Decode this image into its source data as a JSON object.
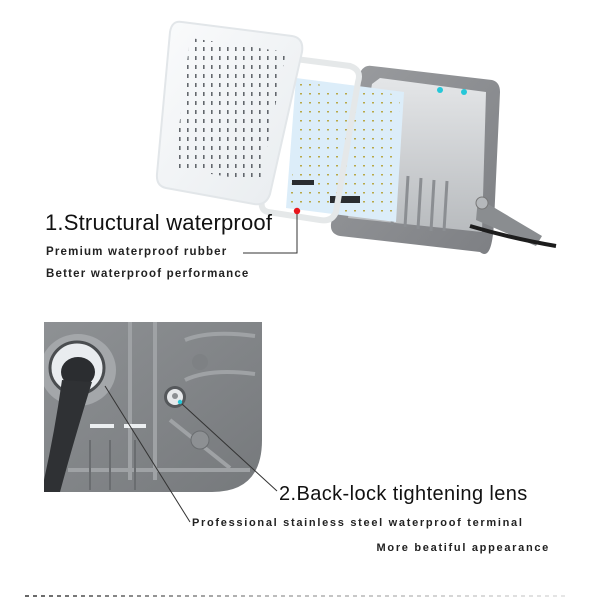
{
  "feature_1": {
    "title": "1.Structural waterproof",
    "lines": [
      "Premium waterproof rubber",
      "Better waterproof performance"
    ],
    "marker_color": "#e8141c"
  },
  "feature_2": {
    "title": "2.Back-lock tightening lens",
    "lines": [
      "Professional stainless steel waterproof terminal",
      "More beatiful appearance"
    ]
  },
  "images": {
    "hero": "exploded-view-led-floodlight",
    "closeup": "back-housing-cable-gland-closeup"
  },
  "colors": {
    "housing_gray": "#8e9093",
    "lens_white": "#f3f5f7",
    "pcb_blue": "#dbeefa",
    "accent_cyan": "#25c7d8",
    "text": "#111111"
  }
}
